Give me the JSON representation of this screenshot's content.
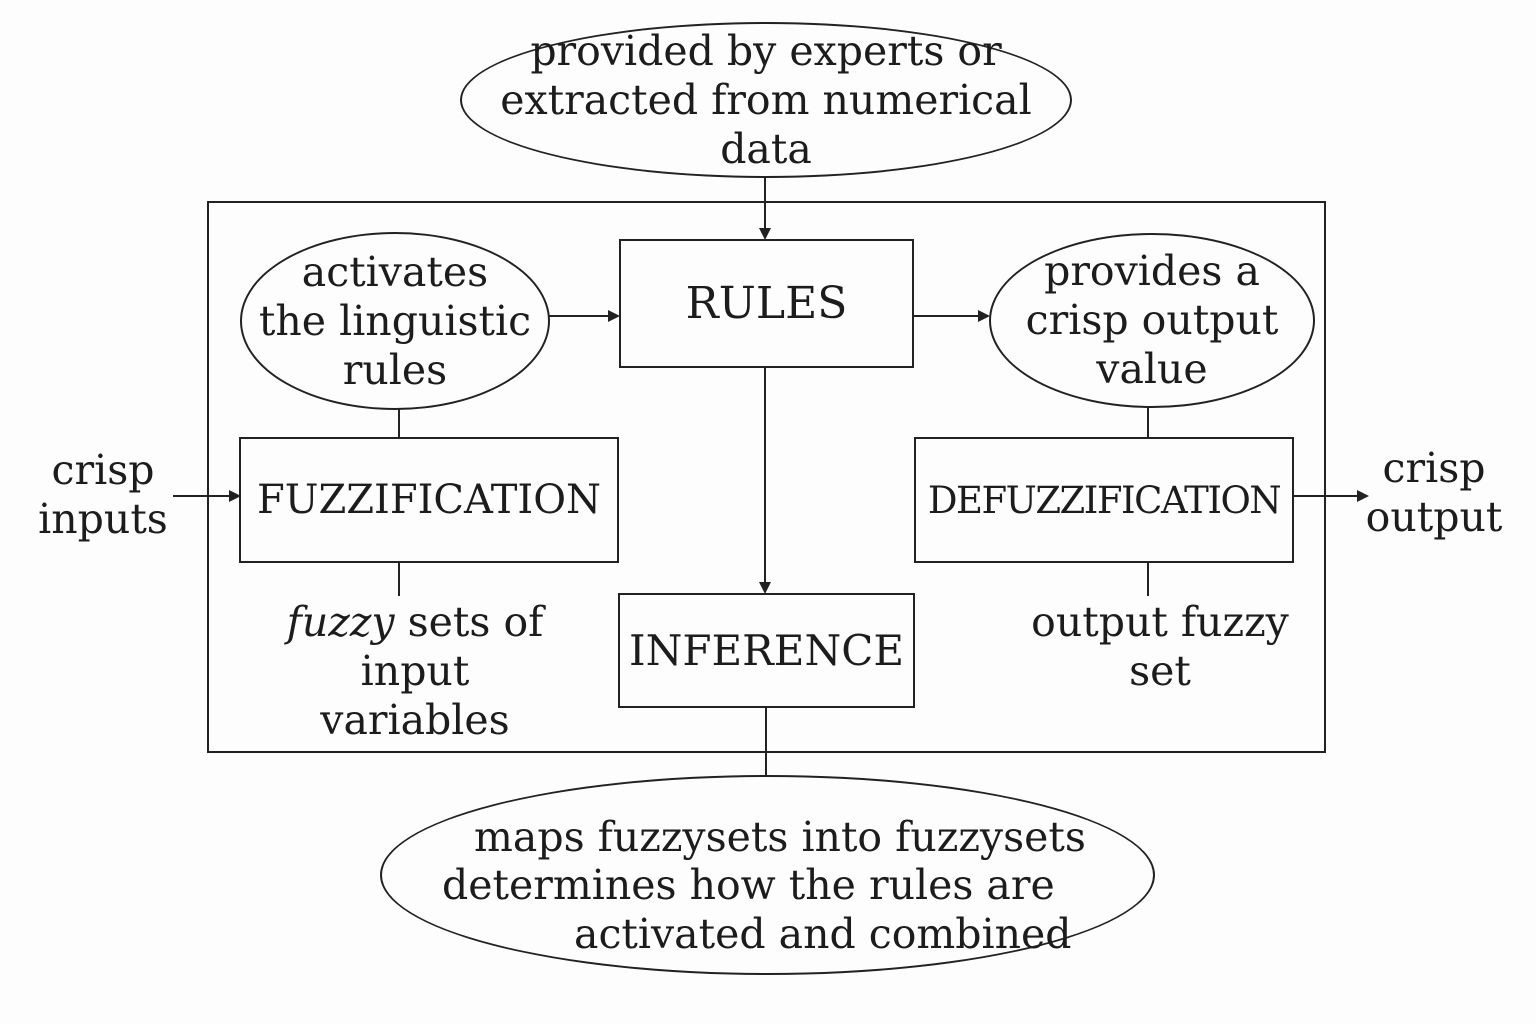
{
  "top_note": {
    "lines": [
      "provided by experts or",
      "extracted from numerical data"
    ]
  },
  "rules_box": {
    "label": "RULES"
  },
  "fuzzification_box": {
    "label": "FUZZIFICATION"
  },
  "inference_box": {
    "label": "INFERENCE"
  },
  "defuzzification_box": {
    "label": "DEFUZZIFICATION"
  },
  "fuzz_note": {
    "lines": [
      "activates",
      "the linguistic",
      "rules"
    ]
  },
  "defuzz_note": {
    "lines": [
      "provides a",
      "crisp output",
      "value"
    ]
  },
  "fuzzy_sets_label": {
    "italic": "fuzzy",
    "rest": " sets of",
    "line2": "input variables"
  },
  "output_fuzzy_label": "output fuzzy set",
  "crisp_inputs": {
    "line1": "crisp",
    "line2": "inputs"
  },
  "crisp_output": {
    "line1": "crisp",
    "line2": "output"
  },
  "bottom_note": {
    "lines": [
      "maps fuzzysets into fuzzysets",
      "determines how the rules are",
      "activated and combined"
    ]
  }
}
